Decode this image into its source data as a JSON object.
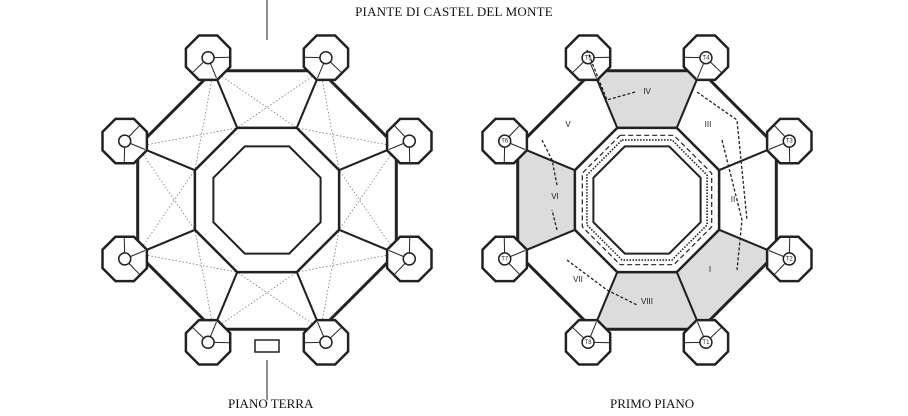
{
  "title": "PIANTE DI CASTEL DEL MONTE",
  "plans": [
    {
      "caption": "PIANO TERRA"
    },
    {
      "caption": "PRIMO PIANO",
      "rooms": [
        "IV",
        "III",
        "II",
        "I",
        "VIII",
        "VII",
        "VI",
        "V"
      ],
      "shaded_rooms": [
        "IV",
        "VI",
        "VIII",
        "I"
      ],
      "towers": [
        "T5",
        "T4",
        "T3",
        "T2",
        "T1",
        "T8",
        "T7",
        "T6"
      ]
    }
  ],
  "colors": {
    "line": "#222222",
    "shade": "#dcdcdc",
    "background": "#ffffff"
  }
}
